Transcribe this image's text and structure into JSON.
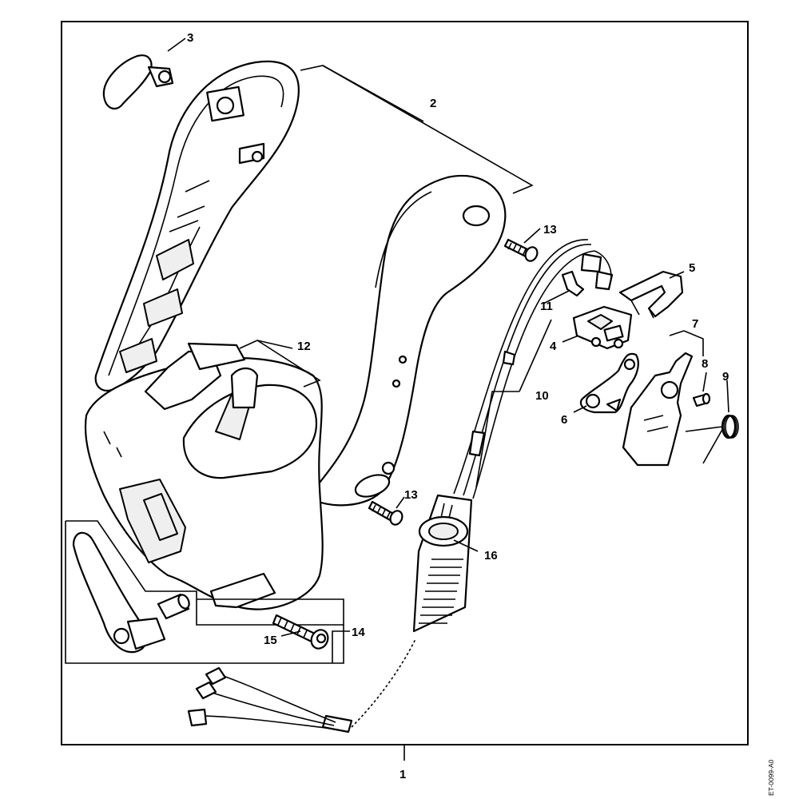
{
  "callouts": {
    "c1": "1",
    "c2": "2",
    "c3": "3",
    "c4": "4",
    "c5": "5",
    "c6": "6",
    "c7": "7",
    "c8": "8",
    "c9": "9",
    "c10": "10",
    "c11": "11",
    "c12": "12",
    "c13a": "13",
    "c13b": "13",
    "c14": "14",
    "c15": "15",
    "c16": "16"
  },
  "drawing_code": "ET-0099-A0"
}
